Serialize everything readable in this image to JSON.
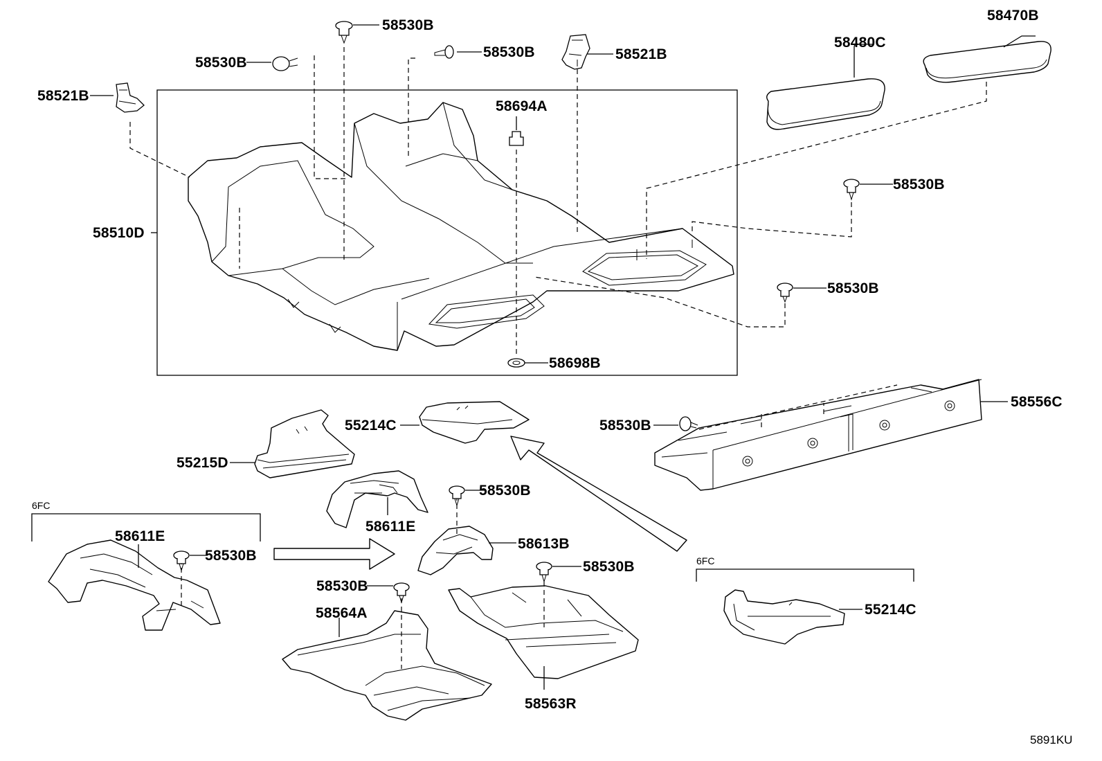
{
  "diagram": {
    "figure_id": "5891KU",
    "group_labels": {
      "left": "6FC",
      "right": "6FC"
    },
    "labels": {
      "p58530B_top": "58530B",
      "p58530B_left": "58530B",
      "p58530B_mid": "58530B",
      "p58521B_right": "58521B",
      "p58521B_left": "58521B",
      "p58480C": "58480C",
      "p58470B": "58470B",
      "p58694A": "58694A",
      "p58510D": "58510D",
      "p58530B_r1": "58530B",
      "p58530B_r2": "58530B",
      "p58698B": "58698B",
      "p55214C_a": "55214C",
      "p55215D": "55215D",
      "p58530B_bracket": "58530B",
      "p58556C": "58556C",
      "p58611E_a": "58611E",
      "p58530B_c": "58530B",
      "p58611E_b": "58611E",
      "p58530B_d": "58530B",
      "p58613B": "58613B",
      "p58530B_e": "58530B",
      "p58530B_f": "58530B",
      "p58564A": "58564A",
      "p58563R": "58563R",
      "p55214C_b": "55214C"
    }
  }
}
